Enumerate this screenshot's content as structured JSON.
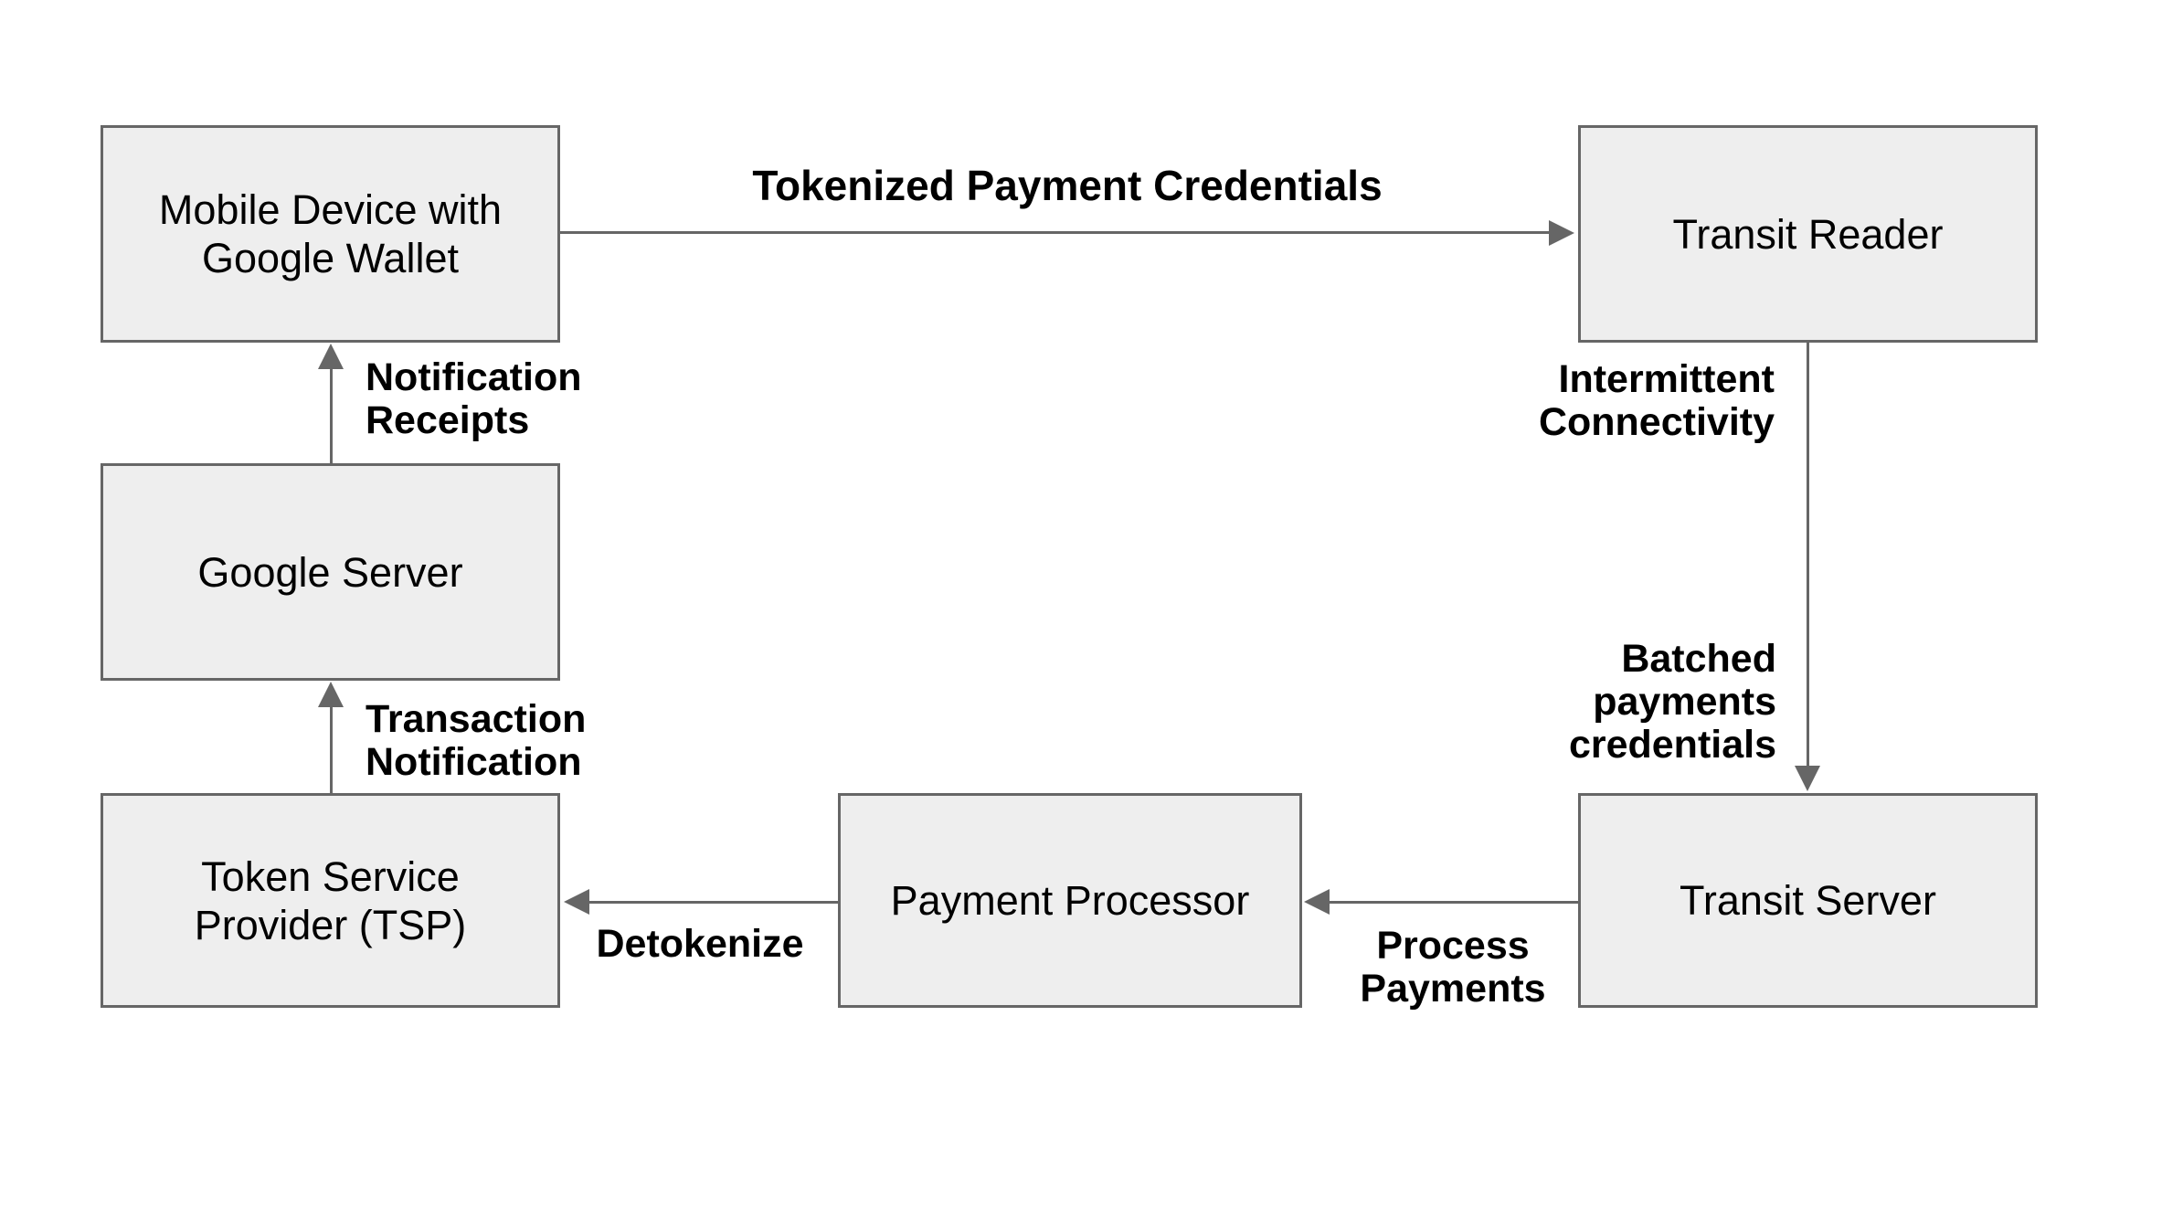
{
  "colors": {
    "page-bg": "#ffffff",
    "box-fill": "#eeeeee",
    "box-border": "#666666",
    "arrow": "#666666",
    "node-text": "#000000",
    "label-text": "#000000"
  },
  "nodes": {
    "mobile": {
      "lines": [
        "Mobile Device with",
        "Google Wallet"
      ]
    },
    "transit_reader": {
      "lines": [
        "Transit Reader"
      ]
    },
    "google_server": {
      "lines": [
        "Google Server"
      ]
    },
    "tsp": {
      "lines": [
        "Token Service",
        "Provider (TSP)"
      ]
    },
    "payment_processor": {
      "lines": [
        "Payment Processor"
      ]
    },
    "transit_server": {
      "lines": [
        "Transit Server"
      ]
    }
  },
  "edges": {
    "tokenized": {
      "lines": [
        "Tokenized Payment Credentials"
      ]
    },
    "notification_receipts": {
      "lines": [
        "Notification",
        "Receipts"
      ]
    },
    "transaction_notification": {
      "lines": [
        "Transaction",
        "Notification"
      ]
    },
    "intermittent_connectivity": {
      "lines": [
        "Intermittent",
        "Connectivity"
      ]
    },
    "batched_payments": {
      "lines": [
        "Batched",
        "payments",
        "credentials"
      ]
    },
    "detokenize": {
      "lines": [
        "Detokenize"
      ]
    },
    "process_payments": {
      "lines": [
        "Process",
        "Payments"
      ]
    }
  }
}
